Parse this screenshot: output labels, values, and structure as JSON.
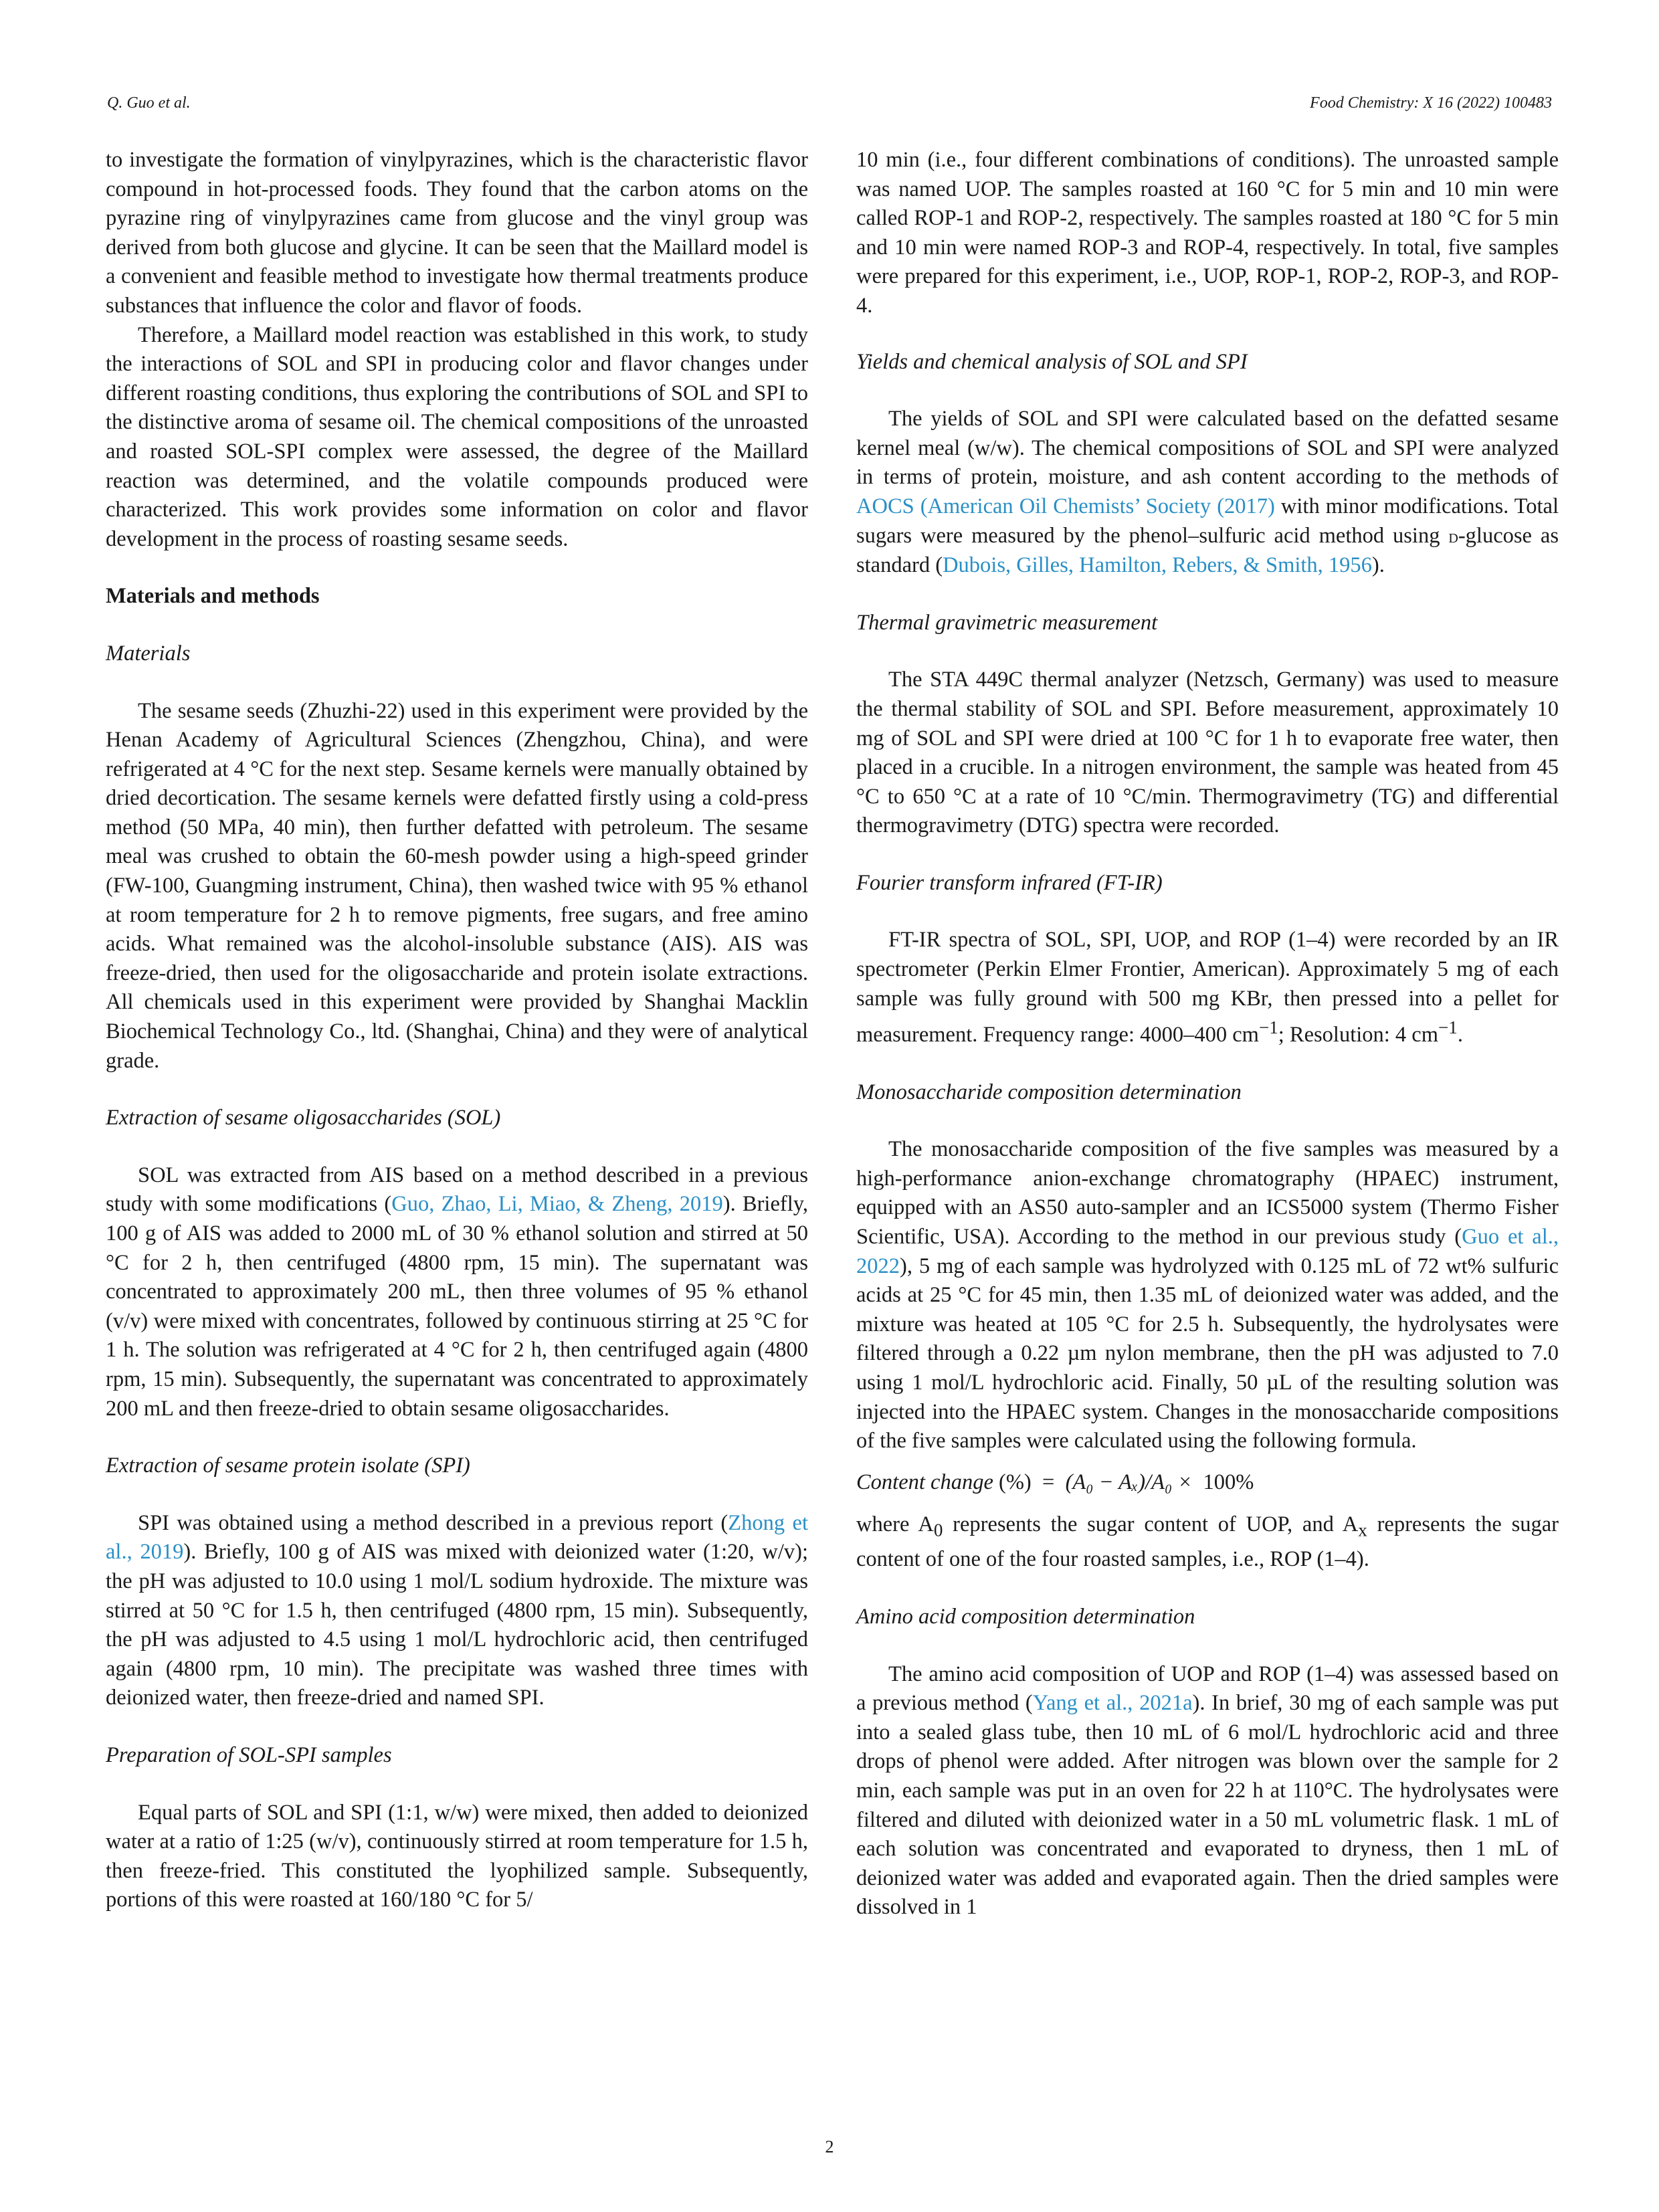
{
  "header": {
    "left": "Q. Guo et al.",
    "right": "Food Chemistry: X 16 (2022) 100483"
  },
  "left_col": {
    "p_intro_cont": "to investigate the formation of vinylpyrazines, which is the characteristic flavor compound in hot-processed foods. They found that the carbon atoms on the pyrazine ring of vinylpyrazines came from glucose and the vinyl group was derived from both glucose and glycine. It can be seen that the Maillard model is a convenient and feasible method to investigate how thermal treatments produce substances that influence the color and flavor of foods.",
    "p_therefore": "Therefore, a Maillard model reaction was established in this work, to study the interactions of SOL and SPI in producing color and flavor changes under different roasting conditions, thus exploring the contributions of SOL and SPI to the distinctive aroma of sesame oil. The chemical compositions of the unroasted and roasted SOL-SPI complex were assessed, the degree of the Maillard reaction was determined, and the volatile compounds produced were characterized. This work provides some information on color and flavor development in the process of roasting sesame seeds.",
    "h_materials_methods": "Materials and methods",
    "h_materials": "Materials",
    "p_materials": "The sesame seeds (Zhuzhi-22) used in this experiment were provided by the Henan Academy of Agricultural Sciences (Zhengzhou, China), and were refrigerated at 4 °C for the next step. Sesame kernels were manually obtained by dried decortication. The sesame kernels were defatted firstly using a cold-press method (50 MPa, 40 min), then further defatted with petroleum. The sesame meal was crushed to obtain the 60-mesh powder using a high-speed grinder (FW-100, Guangming instrument, China), then washed twice with 95 % ethanol at room temperature for 2 h to remove pigments, free sugars, and free amino acids. What remained was the alcohol-insoluble substance (AIS). AIS was freeze-dried, then used for the oligosaccharide and protein isolate extractions. All chemicals used in this experiment were provided by Shanghai Macklin Biochemical Technology Co., ltd. (Shanghai, China) and they were of analytical grade.",
    "h_sol": "Extraction of sesame oligosaccharides (SOL)",
    "p_sol_a": "SOL was extracted from AIS based on a method described in a previous study with some modifications (",
    "ref_guo2019": "Guo, Zhao, Li, Miao, & Zheng, 2019",
    "p_sol_b": "). Briefly, 100 g of AIS was added to 2000 mL of 30 % ethanol solution and stirred at 50 °C for 2 h, then centrifuged (4800 rpm, 15 min). The supernatant was concentrated to approximately 200 mL, then three volumes of 95 % ethanol (v/v) were mixed with concentrates, followed by continuous stirring at 25 °C for 1 h. The solution was refrigerated at 4 °C for 2 h, then centrifuged again (4800 rpm, 15 min). Subsequently, the supernatant was concentrated to approximately 200 mL and then freeze-dried to obtain sesame oligosaccharides.",
    "h_spi": "Extraction of sesame protein isolate (SPI)",
    "p_spi_a": "SPI was obtained using a method described in a previous report (",
    "ref_zhong": "Zhong et al., 2019",
    "p_spi_b": "). Briefly, 100 g of AIS was mixed with deionized water (1:20, w/v); the pH was adjusted to 10.0 using 1 mol/L sodium hydroxide. The mixture was stirred at 50 °C for 1.5 h, then centrifuged (4800 rpm, 15 min). Subsequently, the pH was adjusted to 4.5 using 1 mol/L hydrochloric acid, then centrifuged again (4800 rpm, 10 min). The precipitate was washed three times with deionized water, then freeze-dried and named SPI.",
    "h_prep": "Preparation of SOL-SPI samples",
    "p_prep": "Equal parts of SOL and SPI (1:1, w/w) were mixed, then added to deionized water at a ratio of 1:25 (w/v), continuously stirred at room temperature for 1.5 h, then freeze-fried. This constituted the lyophilized sample. Subsequently, portions of this were roasted at 160/180 °C for 5/"
  },
  "right_col": {
    "p_prep_cont": "10 min (i.e., four different combinations of conditions). The unroasted sample was named UOP. The samples roasted at 160 °C for 5 min and 10 min were called ROP-1 and ROP-2, respectively. The samples roasted at 180 °C for 5 min and 10 min were named ROP-3 and ROP-4, respectively. In total, five samples were prepared for this experiment, i.e., UOP, ROP-1, ROP-2, ROP-3, and ROP-4.",
    "h_yields": "Yields and chemical analysis of SOL and SPI",
    "p_yields_a": "The yields of SOL and SPI were calculated based on the defatted sesame kernel meal (w/w). The chemical compositions of SOL and SPI were analyzed in terms of protein, moisture, and ash content according to the methods of ",
    "ref_aocs": "AOCS (American Oil Chemists’ Society (2017)",
    "p_yields_b": " with minor modifications. Total sugars were measured by the phenol–sulfuric acid method using ",
    "d_prefix": "d",
    "p_yields_c": "-glucose as standard (",
    "ref_dubois": "Dubois, Gilles, Hamilton, Rebers, & Smith, 1956",
    "p_yields_d": ").",
    "h_thermal": "Thermal gravimetric measurement",
    "p_thermal": "The STA 449C thermal analyzer (Netzsch, Germany) was used to measure the thermal stability of SOL and SPI. Before measurement, approximately 10 mg of SOL and SPI were dried at 100 °C for 1 h to evaporate free water, then placed in a crucible. In a nitrogen environment, the sample was heated from 45 °C to 650 °C at a rate of 10 °C/min. Thermogravimetry (TG) and differential thermogravimetry (DTG) spectra were recorded.",
    "h_ftir": "Fourier transform infrared (FT-IR)",
    "p_ftir_a": "FT-IR spectra of SOL, SPI, UOP, and ROP (1–4) were recorded by an IR spectrometer (Perkin Elmer Frontier, American). Approximately 5 mg of each sample was fully ground with 500 mg KBr, then pressed into a pellet for measurement. Frequency range: 4000–400 cm",
    "sup_minus1": "−1",
    "p_ftir_b": "; Resolution: 4 cm",
    "p_ftir_c": ".",
    "h_mono": "Monosaccharide composition determination",
    "p_mono_a": "The monosaccharide composition of the five samples was measured by a high-performance anion-exchange chromatography (HPAEC) instrument, equipped with an AS50 auto-sampler and an ICS5000 system (Thermo Fisher Scientific, USA). According to the method in our previous study (",
    "ref_guo2022": "Guo et al., 2022",
    "p_mono_b": "), 5 mg of each sample was hydrolyzed with 0.125 mL of 72 wt% sulfuric acids at 25 °C for 45 min, then 1.35 mL of deionized water was added, and the mixture was heated at 105 °C for 2.5 h. Subsequently, the hydrolysates were filtered through a 0.22 µm nylon membrane, then the pH was adjusted to 7.0 using 1 mol/L hydrochloric acid. Finally, 50 µL of the resulting solution was injected into the HPAEC system. Changes in the monosaccharide compositions of the five samples were calculated using the following formula.",
    "eq_lhs": "Content change",
    "eq_pct": "(%)",
    "eq_eq": "=",
    "eq_rhs": "(A₀ − Aₓ)/A₀ ×",
    "eq_100": "100%",
    "p_where_a": "where A",
    "sub_0": "0",
    "p_where_b": " represents the sugar content of UOP, and A",
    "sub_x": "x",
    "p_where_c": " represents the sugar content of one of the four roasted samples, i.e., ROP (1–4).",
    "h_amino": "Amino acid composition determination",
    "p_amino_a": "The amino acid composition of UOP and ROP (1–4) was assessed based on a previous method (",
    "ref_yang": "Yang et al., 2021a",
    "p_amino_b": "). In brief, 30 mg of each sample was put into a sealed glass tube, then 10 mL of 6 mol/L hydrochloric acid and three drops of phenol were added. After nitrogen was blown over the sample for 2 min, each sample was put in an oven for 22 h at 110°C. The hydrolysates were filtered and diluted with deionized water in a 50 mL volumetric flask. 1 mL of each solution was concentrated and evaporated to dryness, then 1 mL of deionized water was added and evaporated again. Then the dried samples were dissolved in 1"
  },
  "footer": {
    "page_number": "2"
  }
}
